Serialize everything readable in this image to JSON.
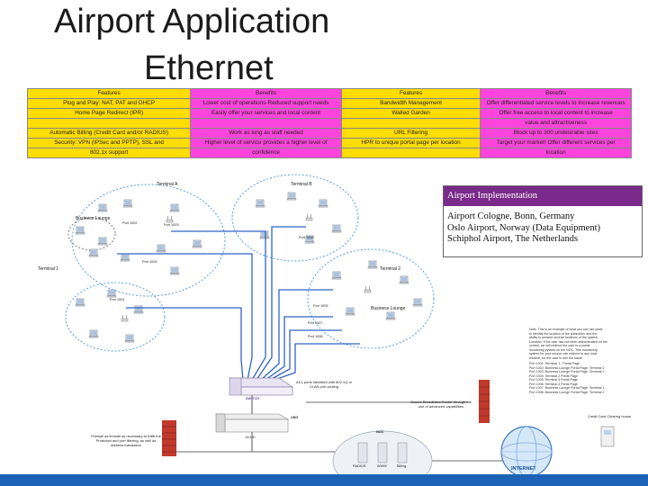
{
  "slide": {
    "title_line1": "Airport Application",
    "title_line2": "Ethernet"
  },
  "features_table": {
    "headers": [
      "Features",
      "Benefits",
      "Features",
      "Benefits"
    ],
    "rows": [
      [
        "Plug and Play: NAT, PAT and DHCP",
        "Lower cost of operations-Reduced support needs",
        "Bandwidth Management",
        "Offer differentiated service levels to increase revenues"
      ],
      [
        "Home Page Redirect (IPR)",
        "Easily offer your services and local content",
        "Walled Garden",
        "Offer free access to local content to increase"
      ],
      [
        "",
        "",
        "",
        "value and attractiveness"
      ],
      [
        "Automatic Billing (Credit Card and/or RADIUS)",
        "Work as long as staff needed",
        "URL Filtering",
        "Block up to 300 undesirable sites"
      ],
      [
        "Security: VPN (IPSec and PPTP), SSL and",
        "Higher level of service provides a higher level of",
        "HPR to unique portal page per location",
        "Target your market! Offer different services per"
      ],
      [
        "802.1x support",
        "confidence",
        "",
        "location"
      ]
    ]
  },
  "implementation": {
    "header": "Airport Implementation",
    "airports": [
      "Airport Cologne, Bonn, Germany",
      "Oslo Airport, Norway (Data Equipment)",
      "Schiphol Airport, The Netherlands"
    ]
  },
  "diagram": {
    "zones": {
      "terminal_a": "Terminal A",
      "terminal_b": "Terminal B",
      "terminal_1": "Terminal 1",
      "terminal_2": "Terminal 2",
      "business_lounge": "Business Lounge",
      "business_lounge_2": "Business Lounge"
    },
    "ports": {
      "p1": "Port 1001",
      "p2": "Port 1002",
      "p3": "Port 1003",
      "p4": "Port 1004",
      "p5": "Port 1005",
      "p6": "Port 1006",
      "p7": "Port 1007",
      "p8": "Port 1008"
    },
    "switch_label": "SWITCH",
    "usg_label": "USG",
    "ten_label": "10/100",
    "acl_caption": "ACL ports identified with 802.1Q or VLAN port-routing",
    "firewall_caption": "Firewall as firewall as necessary to fulfill the Protected and port filtering, as well as address translation",
    "gateway_caption": "Secure Broadband Router through the use of advanced capabilities",
    "noc_label": "NOC",
    "noc_servers": [
      "RADIUS",
      "WWW",
      "Billing"
    ],
    "internet_label": "INTERNET",
    "credit_card_label": "Credit Card Clearing house"
  },
  "notes": {
    "paragraph": [
      "Note: This is an example of what you can use ports",
      "to identify the location of the subscriber and the",
      "ability to present several locations of the system",
      "Location. If the user has not been authenticated on the",
      "control, we will redirect the user to a portal",
      "monitoring system on the NOC. This monitoring",
      "system for your source can redirect to any local",
      "Intranet, for the user to see the same."
    ],
    "mappings": [
      "Port 1001: Terminal 1 - Portal Page",
      "Port 1002: Business Lounge Portal Page, Terminal 2",
      "Port 1003: Business Lounge Portal Page, Terminal 2",
      "Port 1004: Terminal 2 Portal Page",
      "Port 1005: Terminal 3 Portal Page",
      "Port 1006: Terminal 4 Portal Page",
      "Port 1007: Business Lounge Portal Page, Terminal 1",
      "Port 1008: Business Lounge Portal Page, Terminal 2"
    ]
  },
  "colors": {
    "yellow": "#ffdd00",
    "magenta": "#ff44dd",
    "impl_header": "#7a2a8a",
    "bottom_bar": "#1c63b8",
    "cable": "#2f64c6",
    "dashed_circle": "#5aa0d6"
  }
}
